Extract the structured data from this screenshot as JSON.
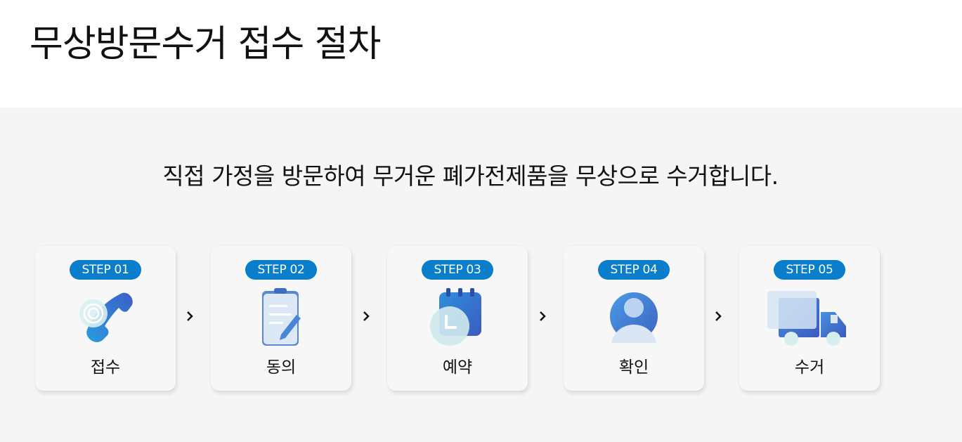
{
  "title": "무상방문수거 접수 절차",
  "intro": "직접 가정을 방문하여 무거운 폐가전제품을 무상으로 수거합니다.",
  "accent_color": "#0a7ecb",
  "steps": [
    {
      "badge": "STEP 01",
      "label": "접수",
      "icon": "phone-icon"
    },
    {
      "badge": "STEP 02",
      "label": "동의",
      "icon": "clipboard-pen-icon"
    },
    {
      "badge": "STEP 03",
      "label": "예약",
      "icon": "calendar-clock-icon"
    },
    {
      "badge": "STEP 04",
      "label": "확인",
      "icon": "user-icon"
    },
    {
      "badge": "STEP 05",
      "label": "수거",
      "icon": "truck-icon"
    }
  ]
}
